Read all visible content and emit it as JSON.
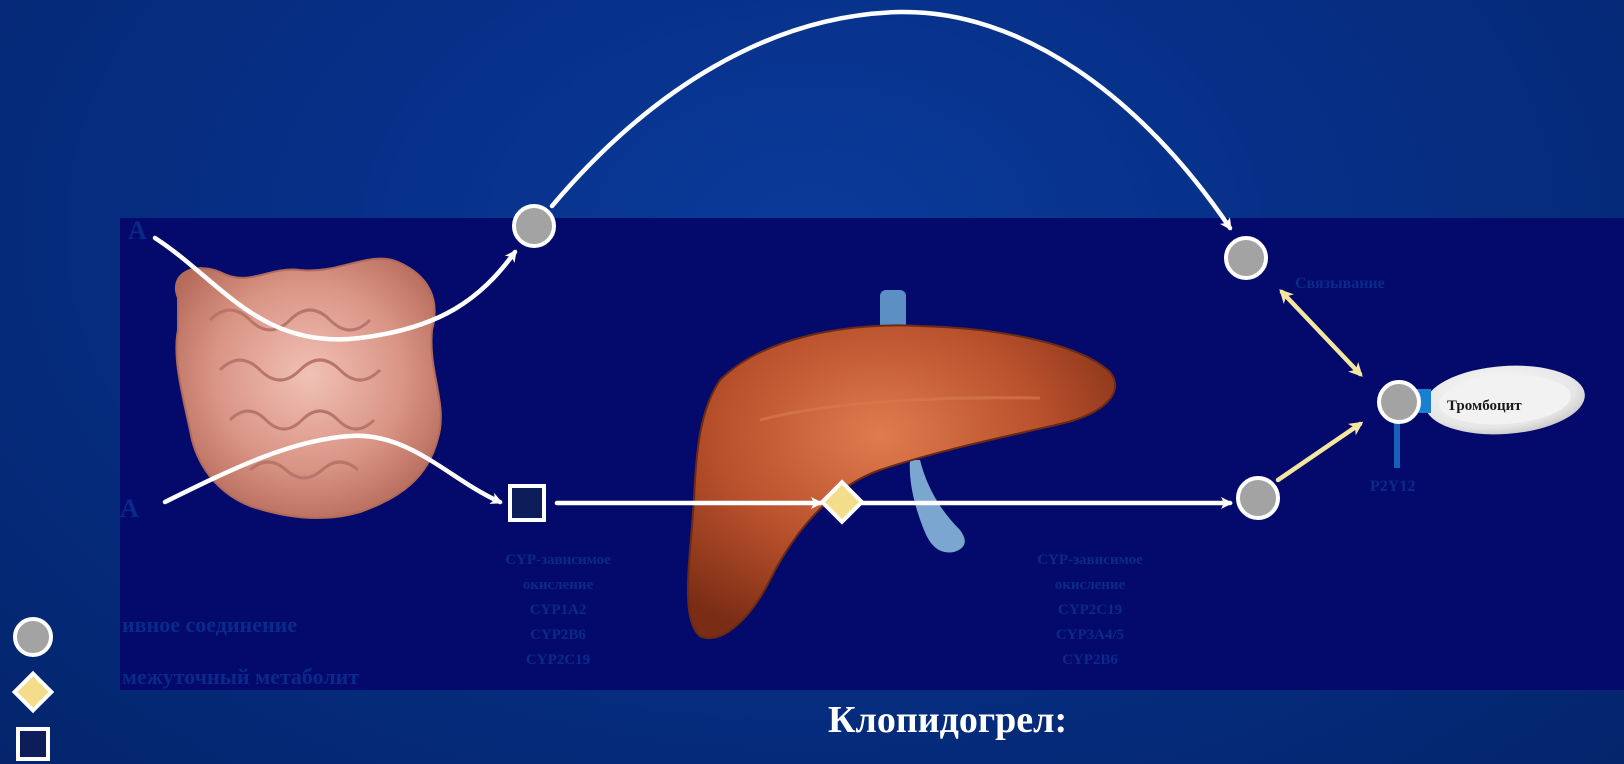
{
  "colors": {
    "background": "#062f86",
    "panel": "#040a6b",
    "arrow": "#ffffff",
    "binding_arrow": "#f3e7a0",
    "active_compound": "#a3a3a3",
    "metabolite": "#f3dc8a",
    "prodrug": "#0c1d5a",
    "hidden_text": "#0a2a8a"
  },
  "labels": {
    "top_cut": "А",
    "mid_cut": "А",
    "binding": "Связывание",
    "platelet": "Тромбоцит",
    "receptor": "P2Y12"
  },
  "step1_lines": [
    "CYP-зависимое",
    "окисление",
    "CYP1A2",
    "CYP2B6",
    "CYP2C19"
  ],
  "step2_lines": [
    "CYP-зависимое",
    "окисление",
    "CYP2C19",
    "CYP3A4/5",
    "CYP2B6"
  ],
  "legend": {
    "active": "ивное соединение",
    "intermediate": "межуточный метаболит"
  },
  "title": "Клопидогрел:",
  "icons": [
    "intestine-image",
    "liver-image",
    "platelet-image"
  ]
}
